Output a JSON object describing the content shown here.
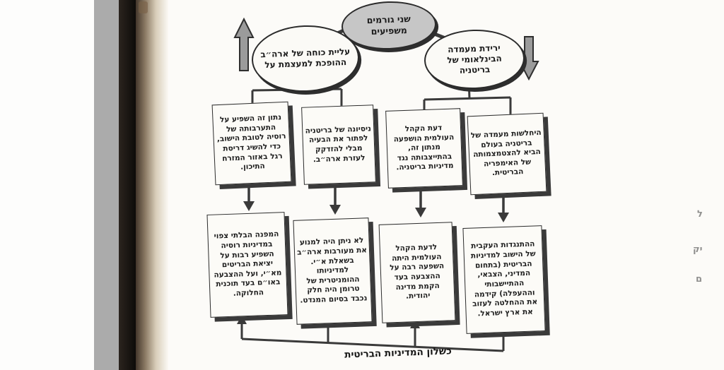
{
  "diagram": {
    "root": {
      "label": "שני גורמים משפיעים"
    },
    "left_branch": {
      "label": "עליית כוחה של ארה״ב ההופכת למעצמת על"
    },
    "right_branch": {
      "label": "ירידת מעמדה הבינלאומי של בריטניה"
    },
    "middle_row": [
      {
        "text": "נתון זה השפיע על התערבותה של רוסיה לטובת הישוב, כדי להשיג דריסת רגל באזור המזרח התיכון."
      },
      {
        "text": "ניסיונה של בריטניה לפתור את הבעיה מבלי להזדקק לעזרת ארה״ב."
      },
      {
        "text": "דעת הקהל העולמית הושפעה מנתון זה, בהתייצבותה נגד מדיניות בריטניה."
      },
      {
        "text": "היחלשות מעמדה של בריטניה בעולם הביא להצטמצמותה של האימפריה הבריטית."
      }
    ],
    "bottom_row": [
      {
        "text": "המפנה הבלתי צפוי במדיניות רוסיה השפיע רבות על יציאת הבריטים מא״י, ועל ההצבעה באו״ם בעד תוכנית החלוקה."
      },
      {
        "text": "לא ניתן היה למנוע את מעורבות ארה״ב בשאלת א״י. למדיניותו ההומניטרית של טרומן היה חלק נכבד בסיום המנדט."
      },
      {
        "text": "לדעת הקהל העולמית היתה השפעה רבה על ההצבעה בעד הקמת מדינה יהודית."
      },
      {
        "text": "ההתנגדות העקבית של הישוב למדיניות הבריטית (בתחום המדיני, הצבאי, ההתיישבותי וההעפלה) קידמה את ההחלטה לעזוב את ארץ ישראל."
      }
    ],
    "caption": "כשלון המדיניות הבריטית",
    "margin_fragments": [
      "ל",
      "יק",
      "ם"
    ],
    "colors": {
      "root_fill": "#c6c6c6",
      "node_fill": "#fcfbf7",
      "line": "#3a3a3a",
      "shadow": "#3a3a3a",
      "block_arrow_fill": "#9b9b9b",
      "spine_gray": "#ababab",
      "spine_black": "#0d0b09"
    }
  }
}
